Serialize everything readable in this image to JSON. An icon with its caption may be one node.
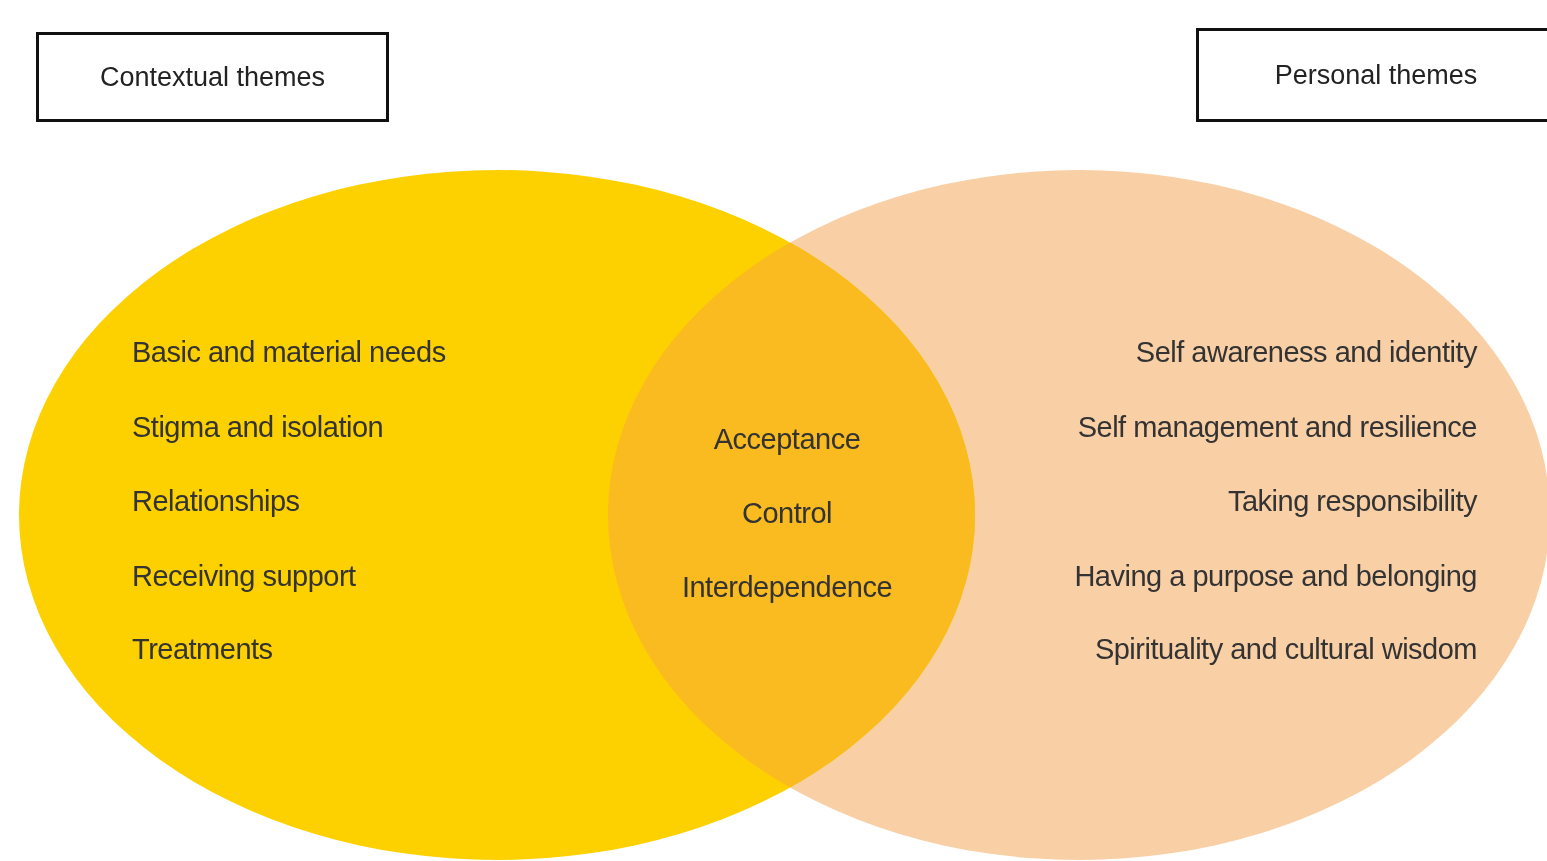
{
  "diagram": {
    "nodes": [
      {
        "text": [
          "Contextual themes"
        ]
      },
      {
        "text": [
          "Personal themes"
        ]
      },
      {
        "text": [
          "Basic and material needs",
          "Stigma and isolation",
          "Relationships",
          "Receiving support",
          "Treatments"
        ]
      },
      {
        "text": [
          "Self awareness and identity",
          "Self management and resilience",
          "Taking responsibility",
          "Having a purpose and belonging",
          "Spirituality and cultural wisdom"
        ]
      },
      {
        "text": [
          "Acceptance",
          "Control",
          "Interdependence"
        ]
      }
    ]
  }
}
